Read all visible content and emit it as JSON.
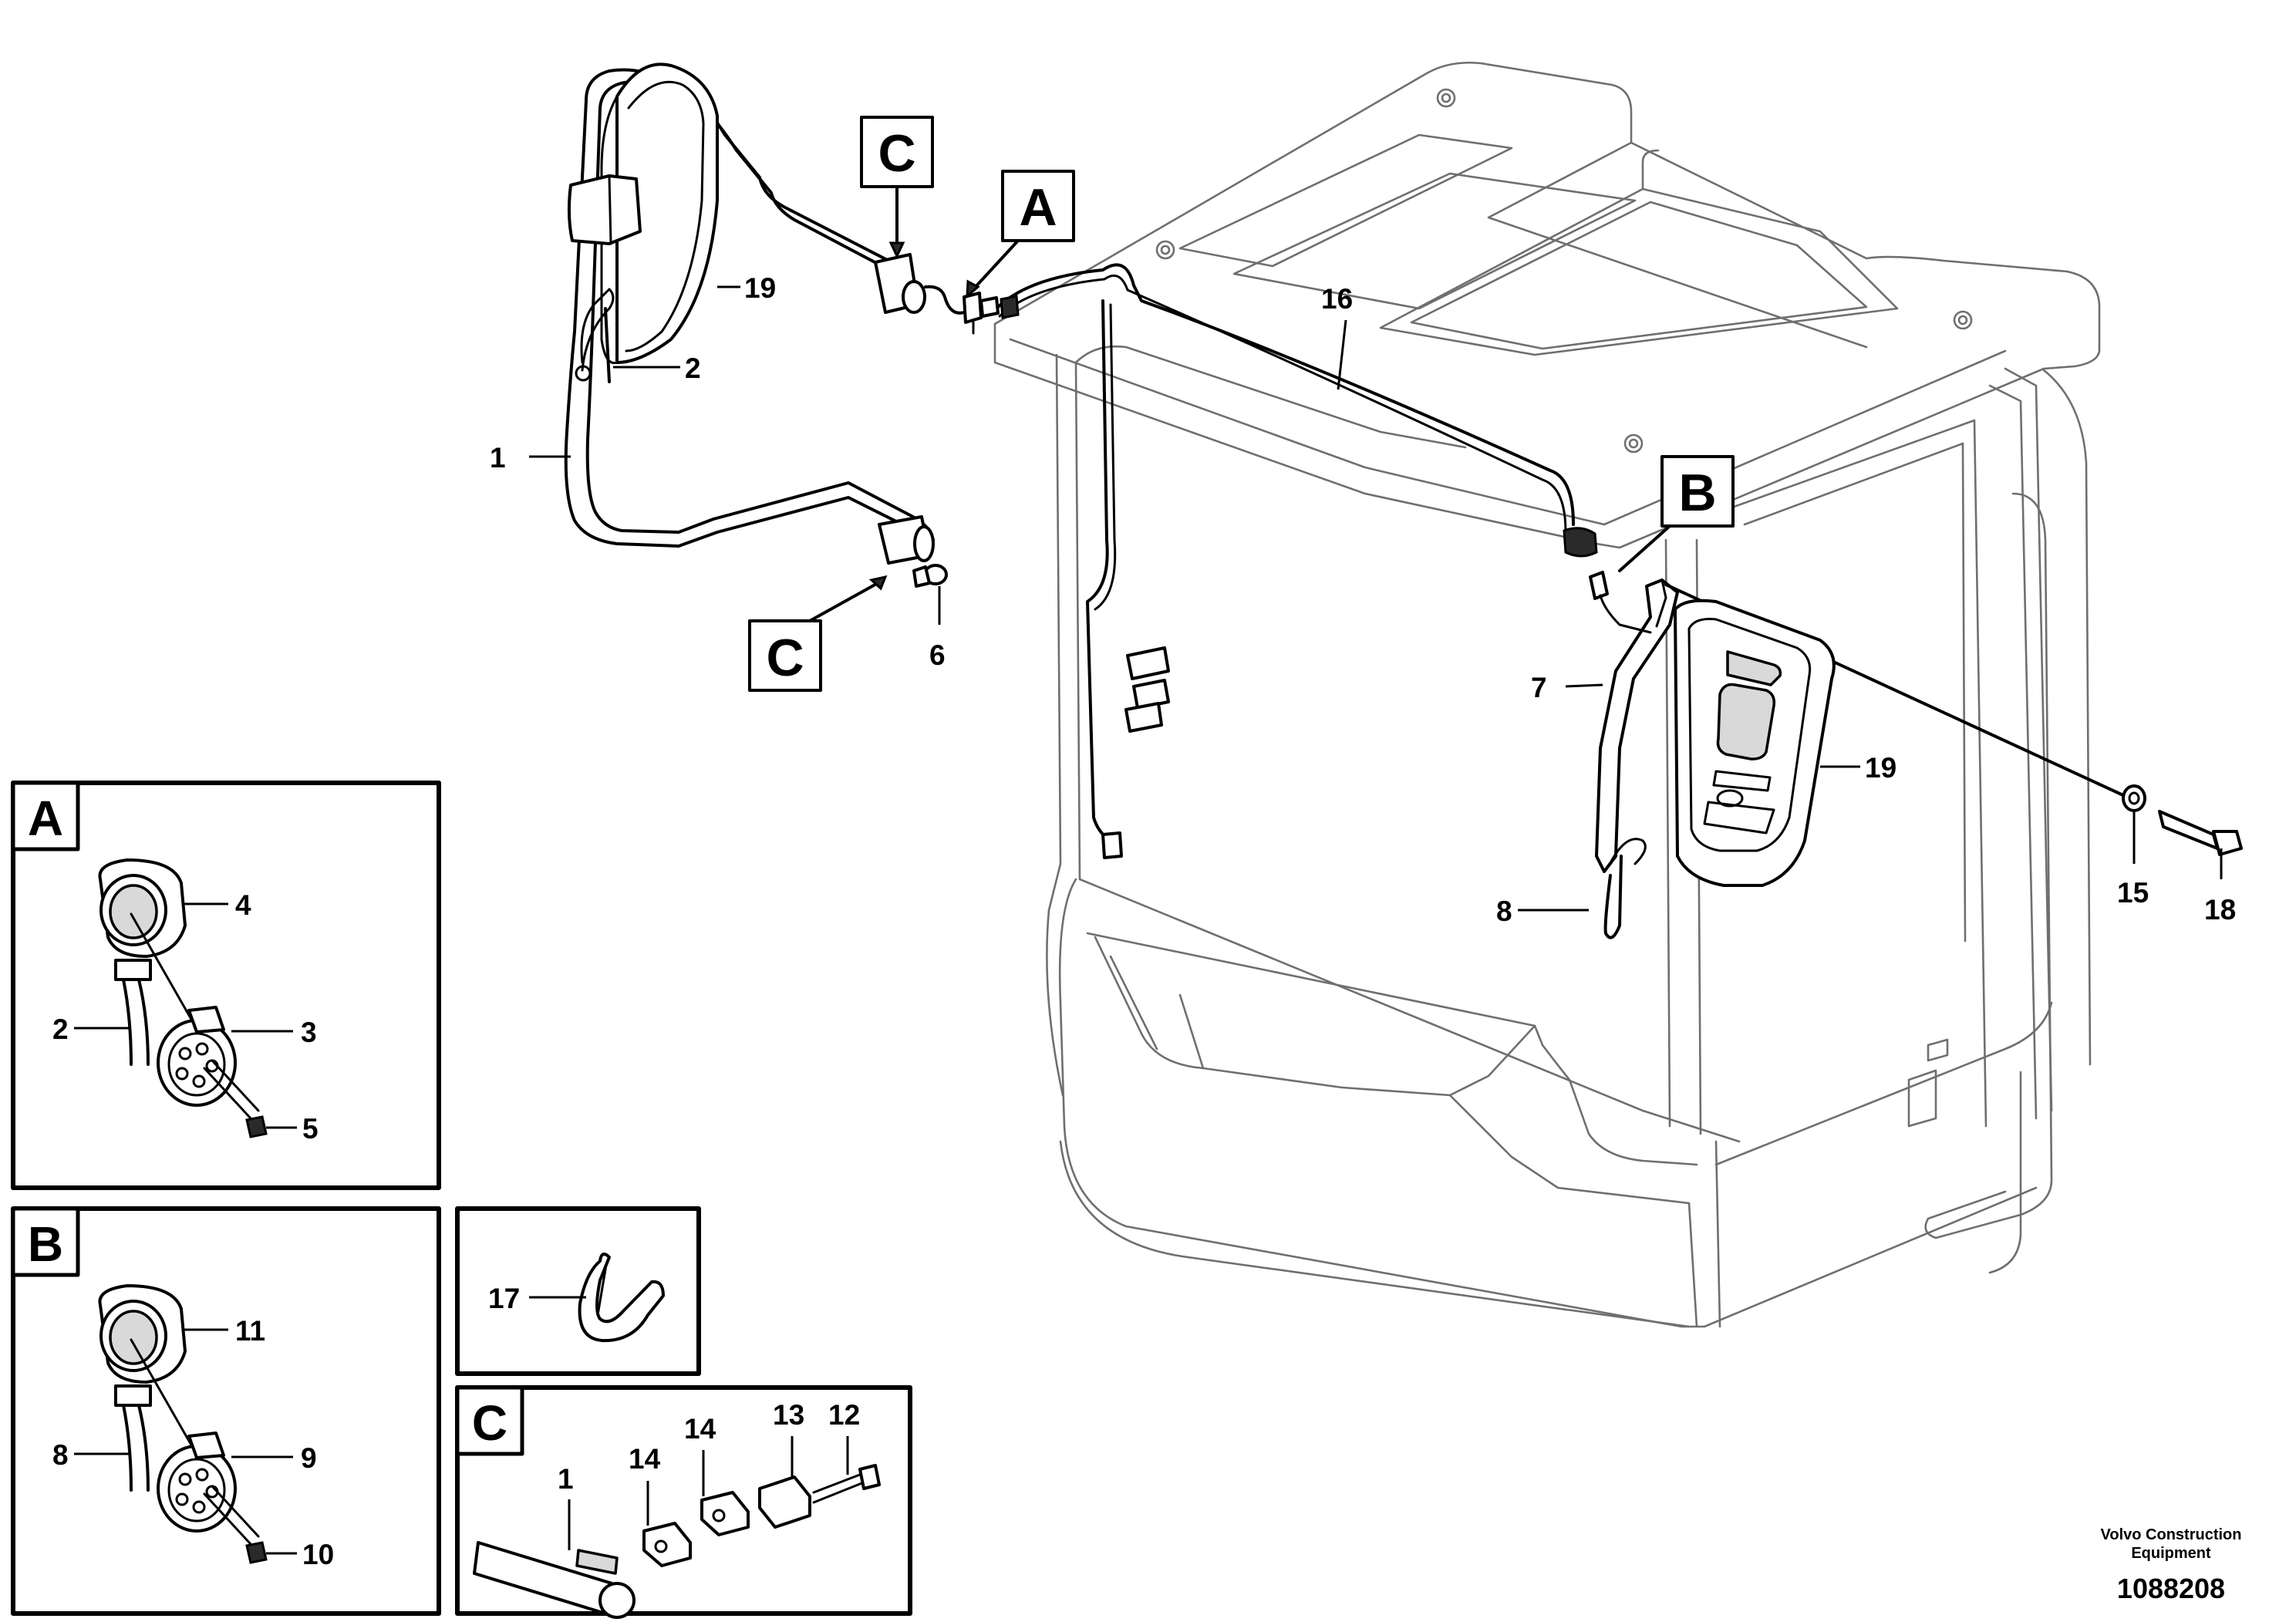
{
  "callouts": {
    "c_top": "C",
    "a_top": "A",
    "b_top": "B",
    "c_bottom": "C"
  },
  "panels": {
    "a": {
      "letter": "A"
    },
    "b": {
      "letter": "B"
    },
    "c": {
      "letter": "C"
    }
  },
  "parts": {
    "p1": "1",
    "p2": "2",
    "p3": "3",
    "p4": "4",
    "p5": "5",
    "p6": "6",
    "p7": "7",
    "p8": "8",
    "p9": "9",
    "p10": "10",
    "p11": "11",
    "p12": "12",
    "p13": "13",
    "p14": "14",
    "p15": "15",
    "p16": "16",
    "p17": "17",
    "p18": "18",
    "p19": "19"
  },
  "footer": {
    "company_line1": "Volvo Construction",
    "company_line2": "Equipment",
    "drawing_id": "1088208"
  }
}
